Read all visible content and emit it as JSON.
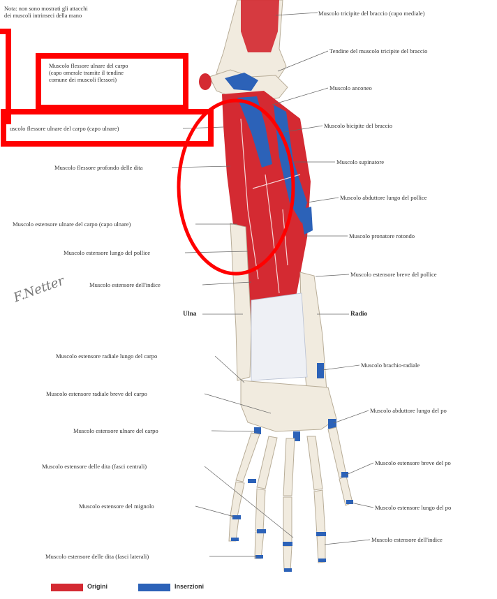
{
  "note": "Nota: non sono mostrati gli attacchi\ndei muscoli intrinseci della mano",
  "highlighted_label": "Muscolo flessore ulnare del carpo\n(capo omerale tramite il tendine\ncomune dei muscoli flessori)",
  "left_labels": [
    "uscolo flessore ulnare del carpo (capo ulnare)",
    "Muscolo flessore profondo delle dita",
    "Muscolo estensore ulnare del carpo (capo ulnare)",
    "Muscolo estensore lungo del pollice",
    "Muscolo estensore dell'indice",
    "Ulna",
    "Muscolo estensore radiale lungo del carpo",
    "Muscolo estensore radiale breve del carpo",
    "Muscolo estensore ulnare del carpo",
    "Muscolo estensore delle dita (fasci centrali)",
    "Muscolo estensore del mignolo",
    "Muscolo estensore delle dita (fasci laterali)"
  ],
  "right_labels": [
    "Muscolo tricipite del braccio (capo mediale)",
    "Tendine del muscolo tricipite del braccio",
    "Muscolo anconeo",
    "Muscolo bicipite del braccio",
    "Muscolo supinatore",
    "Muscolo abduttore lungo del pollice",
    "Muscolo pronatore rotondo",
    "Muscolo estensore breve del pollice",
    "Radio",
    "Muscolo brachio-radiale",
    "Muscolo abduttore lungo del po",
    "Muscolo estensore breve del po",
    "Muscolo estensore lungo del po",
    "Muscolo estensore dell'indice"
  ],
  "legend": [
    {
      "label": "Origini",
      "color": "#d42a32"
    },
    {
      "label": "Inserzioni",
      "color": "#2c62b8"
    }
  ],
  "colors": {
    "origin": "#d42a32",
    "insertion": "#2c62b8",
    "annotation": "#ff0000",
    "bone": "#f3eee2"
  }
}
